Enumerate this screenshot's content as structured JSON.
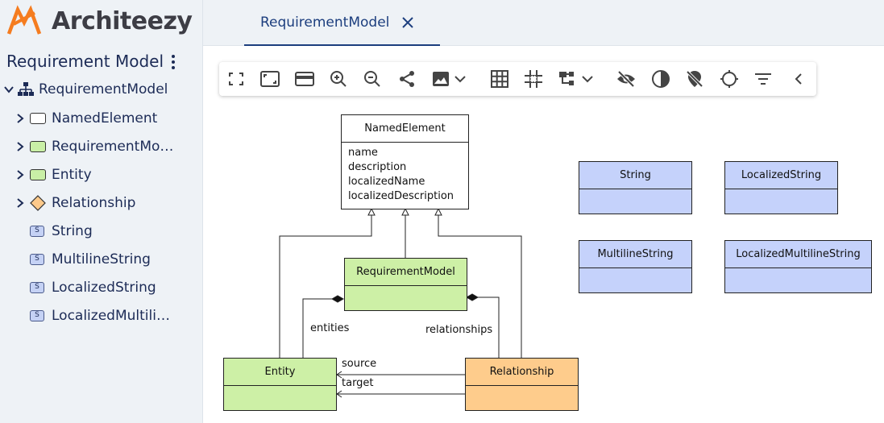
{
  "app": {
    "logo_text": "Architeezy"
  },
  "sidebar": {
    "title": "Requirement Model",
    "root": {
      "label": "RequirementModel",
      "icon": "tree-structure-icon"
    },
    "items": [
      {
        "label": "NamedElement",
        "icon": "class-icon",
        "color": "#ffffff",
        "expandable": true
      },
      {
        "label": "RequirementMo…",
        "icon": "class-icon",
        "color": "#c9efa6",
        "expandable": true
      },
      {
        "label": "Entity",
        "icon": "class-icon",
        "color": "#c9efa6",
        "expandable": true
      },
      {
        "label": "Relationship",
        "icon": "diamond-icon",
        "color": "#fcc98a",
        "expandable": true
      },
      {
        "label": "String",
        "icon": "S",
        "color": "#c5d2f5",
        "expandable": false
      },
      {
        "label": "MultilineString",
        "icon": "S",
        "color": "#c5d2f5",
        "expandable": false
      },
      {
        "label": "LocalizedString",
        "icon": "S",
        "color": "#c5d2f5",
        "expandable": false
      },
      {
        "label": "LocalizedMultili…",
        "icon": "S",
        "color": "#c5d2f5",
        "expandable": false
      }
    ]
  },
  "tabs": [
    {
      "label": "RequirementModel",
      "active": true
    }
  ],
  "toolbar": {
    "buttons": [
      "fullscreen-icon",
      "fit-icon",
      "card-icon",
      "zoom-in-icon",
      "zoom-out-icon",
      "share-icon",
      "image-icon",
      "chevron-down-icon",
      "grid-icon",
      "snap-icon",
      "layout-icon",
      "chevron-down-icon",
      "hide-icon",
      "contrast-icon",
      "pin-off-icon",
      "locate-icon",
      "filter-icon",
      "collapse-icon"
    ]
  },
  "diagram": {
    "colors": {
      "white": "#ffffff",
      "green": "#cdf0a6",
      "orange": "#fecc8c",
      "blue": "#c5d2fb"
    },
    "classes": {
      "named_element": {
        "name": "NamedElement",
        "attributes": [
          "name",
          "description",
          "localizedName",
          "localizedDescription"
        ]
      },
      "requirement_model": {
        "name": "RequirementModel"
      },
      "entity": {
        "name": "Entity"
      },
      "relationship": {
        "name": "Relationship"
      },
      "string": {
        "name": "String"
      },
      "localized_string": {
        "name": "LocalizedString"
      },
      "multiline_string": {
        "name": "MultilineString"
      },
      "localized_multiline_string": {
        "name": "LocalizedMultilineString"
      }
    },
    "edge_labels": {
      "entities": "entities",
      "relationships": "relationships",
      "source": "source",
      "target": "target"
    }
  }
}
